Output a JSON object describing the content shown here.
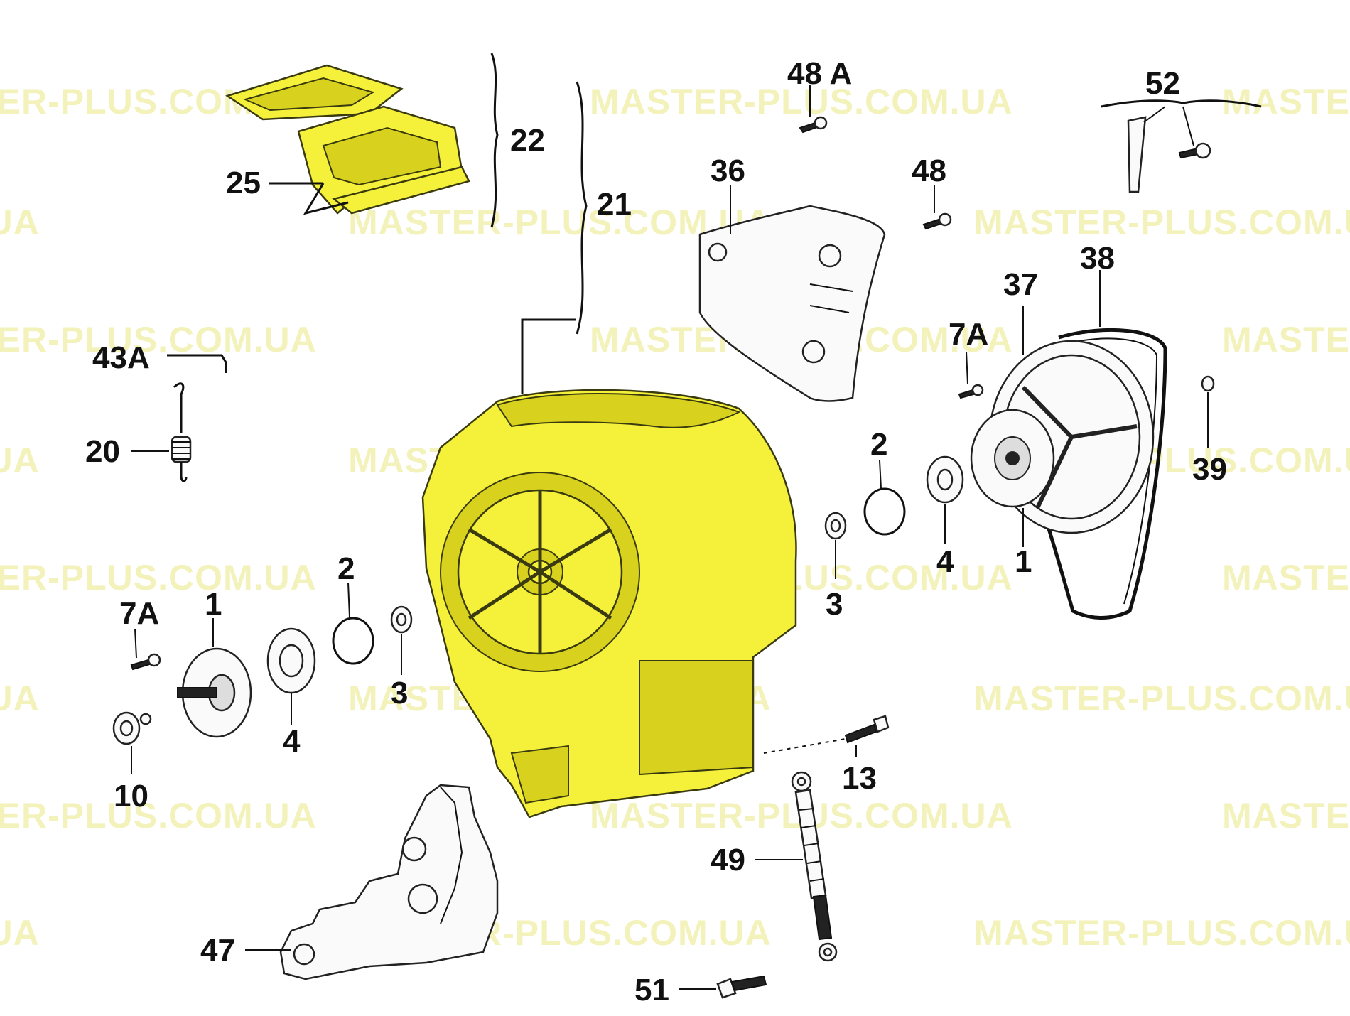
{
  "watermark": "MASTER-PLUS.COM.UA",
  "watermark_color": "#eeeea4",
  "highlight_color": "#f5f13a",
  "labels": {
    "l22": "22",
    "l21": "21",
    "l25": "25",
    "l48a": "48 A",
    "l48": "48",
    "l52": "52",
    "l36": "36",
    "l38": "38",
    "l37": "37",
    "l7a_r": "7A",
    "l39": "39",
    "l43a": "43A",
    "l20": "20",
    "l2_r": "2",
    "l4_r": "4",
    "l1_r": "1",
    "l3_r": "3",
    "l7a_l": "7A",
    "l1_l": "1",
    "l2_l": "2",
    "l3_l": "3",
    "l4_l": "4",
    "l10": "10",
    "l13": "13",
    "l49": "49",
    "l47": "47",
    "l51": "51"
  }
}
